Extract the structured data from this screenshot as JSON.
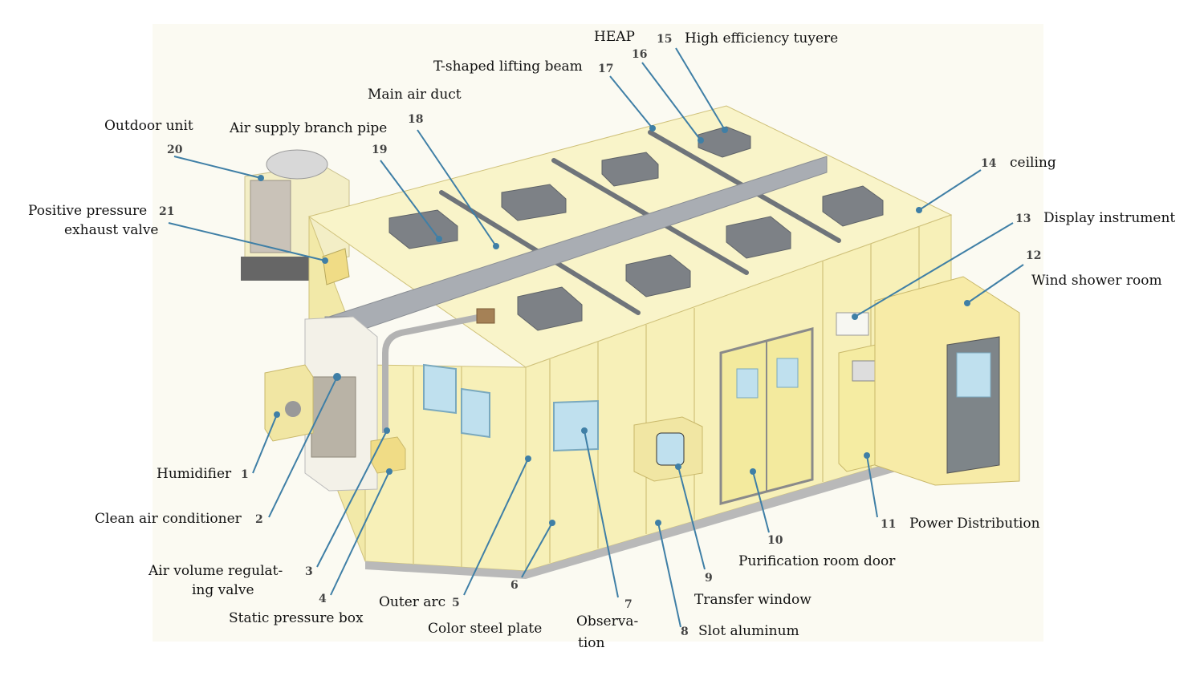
{
  "callouts": [
    {
      "id": "1",
      "number": "1",
      "lines": [
        "Humidifier"
      ]
    },
    {
      "id": "2",
      "number": "2",
      "lines": [
        "Clean air conditioner"
      ]
    },
    {
      "id": "3",
      "number": "3",
      "lines": [
        "Air volume regulat-",
        "ing valve"
      ]
    },
    {
      "id": "4",
      "number": "4",
      "lines": [
        "Static pressure box"
      ]
    },
    {
      "id": "5",
      "number": "5",
      "lines": [
        "Outer arc"
      ]
    },
    {
      "id": "6",
      "number": "6",
      "lines": [
        "Color steel plate"
      ]
    },
    {
      "id": "7",
      "number": "7",
      "lines": [
        "Observa-",
        "tion"
      ]
    },
    {
      "id": "8",
      "number": "8",
      "lines": [
        "Slot aluminum"
      ]
    },
    {
      "id": "9",
      "number": "9",
      "lines": [
        "Transfer window"
      ]
    },
    {
      "id": "10",
      "number": "10",
      "lines": [
        "Purification room door"
      ]
    },
    {
      "id": "11",
      "number": "11",
      "lines": [
        "Power Distribution"
      ]
    },
    {
      "id": "12",
      "number": "12",
      "lines": [
        "Wind shower room"
      ]
    },
    {
      "id": "13",
      "number": "13",
      "lines": [
        "Display instrument"
      ]
    },
    {
      "id": "14",
      "number": "14",
      "lines": [
        "ceiling"
      ]
    },
    {
      "id": "15",
      "number": "15",
      "lines": [
        "High efficiency tuyere"
      ]
    },
    {
      "id": "16",
      "number": "16",
      "lines": [
        "HEAP"
      ]
    },
    {
      "id": "17",
      "number": "17",
      "lines": [
        "T-shaped lifting beam"
      ]
    },
    {
      "id": "18",
      "number": "18",
      "lines": [
        "Main air duct"
      ]
    },
    {
      "id": "19",
      "number": "19",
      "lines": [
        "Air supply branch pipe"
      ]
    },
    {
      "id": "20",
      "number": "20",
      "lines": [
        "Outdoor unit"
      ]
    },
    {
      "id": "21",
      "number": "21",
      "lines": [
        "Positive pressure",
        "exhaust valve"
      ]
    }
  ],
  "colors": {
    "panel": "#f7f0b8",
    "panel_dark": "#e9dc92",
    "roof": "#f9f4c9",
    "grey_box": "#7d8186",
    "duct": "#a9adb3",
    "leader": "#3f7fa6",
    "window": "#bfe0ee"
  }
}
